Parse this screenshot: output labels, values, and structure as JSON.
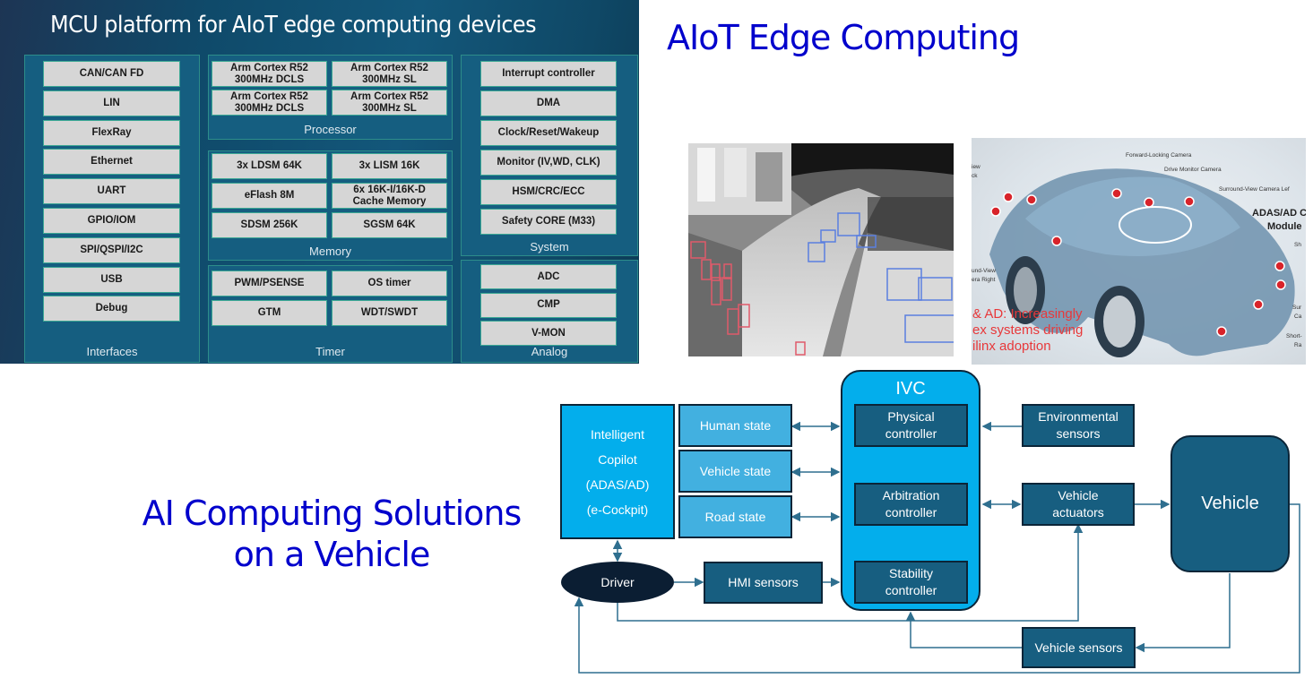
{
  "mcu_panel": {
    "title": "MCU platform for AIoT edge computing devices",
    "groups": {
      "interfaces": {
        "label": "Interfaces",
        "items": [
          "CAN/CAN FD",
          "LIN",
          "FlexRay",
          "Ethernet",
          "UART",
          "GPIO/IOM",
          "SPI/QSPI/I2C",
          "USB",
          "Debug"
        ]
      },
      "processor": {
        "label": "Processor",
        "items": [
          "Arm Cortex R52\n300MHz DCLS",
          "Arm Cortex R52\n300MHz SL",
          "Arm Cortex R52\n300MHz DCLS",
          "Arm Cortex R52\n300MHz SL"
        ]
      },
      "memory": {
        "label": "Memory",
        "items": [
          "3x LDSM 64K",
          "3x LISM 16K",
          "eFlash 8M",
          "6x 16K-I/16K-D\nCache Memory",
          "SDSM 256K",
          "SGSM 64K"
        ]
      },
      "timer": {
        "label": "Timer",
        "items": [
          "PWM/PSENSE",
          "OS timer",
          "GTM",
          "WDT/SWDT"
        ]
      },
      "system": {
        "label": "System",
        "items": [
          "Interrupt controller",
          "DMA",
          "Clock/Reset/Wakeup",
          "Monitor (IV,WD, CLK)",
          "HSM/CRC/ECC",
          "Safety CORE (M33)"
        ]
      },
      "analog": {
        "label": "Analog",
        "items": [
          "ADC",
          "CMP",
          "V-MON"
        ]
      }
    }
  },
  "titles": {
    "aiot": "AIoT Edge Computing",
    "ai_solutions_line1": "AI Computing Solutions",
    "ai_solutions_line2": "on a Vehicle"
  },
  "photos": {
    "thermal": {
      "description": "Thermal camera street scene with object detection boxes",
      "box_colors": {
        "vehicle": "#5a7fe0",
        "pedestrian": "#e05a6a"
      }
    },
    "car": {
      "description": "Transparent car with ADAS sensor locations",
      "callouts": [
        "Forward-Locking Camera",
        "Drive Monitor Camera",
        "Surround-View Camera Lef",
        "ADAS/AD Ce",
        "Module",
        "und-View",
        "era Right",
        "iew",
        "ck",
        "Sh",
        "Sur",
        "Ca",
        "Short-",
        "Ra"
      ],
      "caption_lines": [
        "& AD: Increasingly",
        "ex systems driving",
        "ilinx adoption"
      ],
      "caption_color": "#e8383a"
    }
  },
  "diagram": {
    "copilot_lines": [
      "Intelligent",
      "Copilot",
      "(ADAS/AD)",
      "(e-Cockpit)"
    ],
    "states": [
      "Human state",
      "Vehicle state",
      "Road state"
    ],
    "ivc": {
      "title": "IVC",
      "controllers": [
        "Physical\ncontroller",
        "Arbitration\ncontroller",
        "Stability\ncontroller"
      ]
    },
    "driver": "Driver",
    "hmi_sensors": "HMI sensors",
    "environmental_sensors": "Environmental\nsensors",
    "vehicle_actuators": "Vehicle\nactuators",
    "vehicle": "Vehicle",
    "vehicle_sensors": "Vehicle sensors"
  },
  "colors": {
    "title_blue": "#0000cc",
    "ivc_cyan": "#03aeec",
    "node_dark": "#175e80",
    "node_light": "#42b0e0",
    "driver": "#0b1e33",
    "wire": "#2f6f8f"
  }
}
